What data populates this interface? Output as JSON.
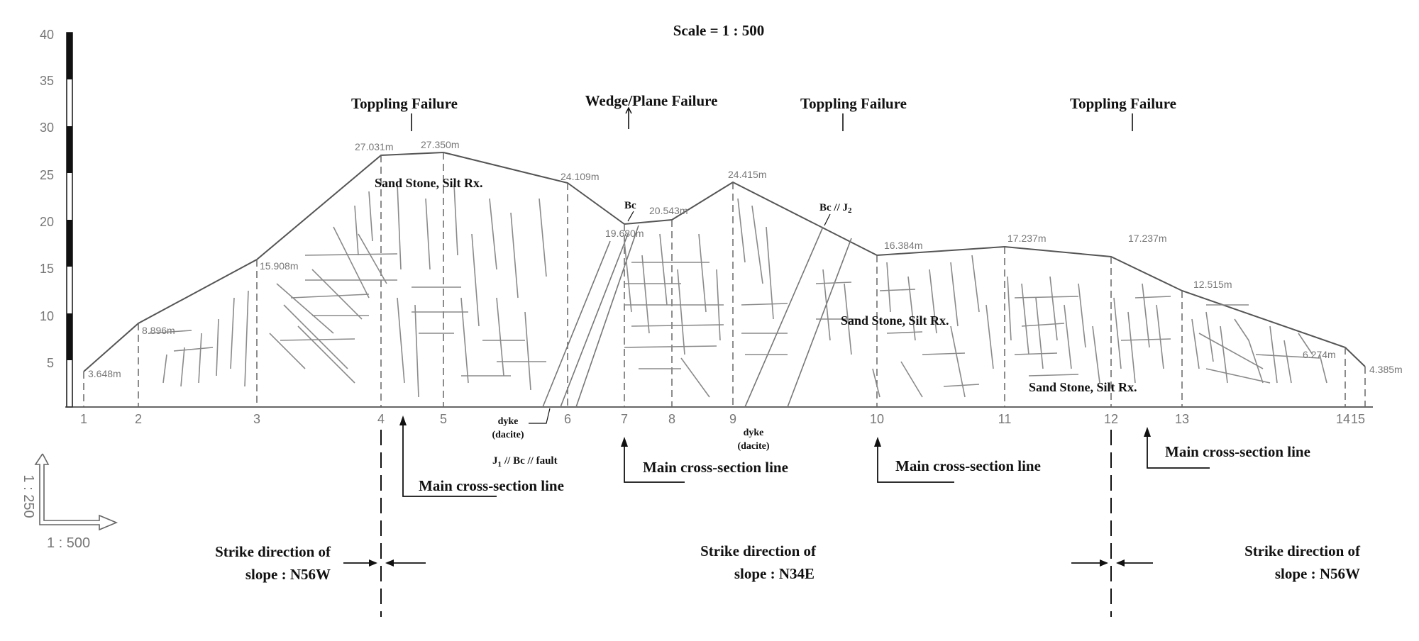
{
  "scale_label": "Scale = 1 : 500",
  "y_axis_ticks": [
    "40",
    "35",
    "30",
    "25",
    "20",
    "15",
    "10",
    "5"
  ],
  "x_axis_ticks": [
    "1",
    "2",
    "3",
    "4",
    "5",
    "6",
    "7",
    "8",
    "9",
    "10",
    "11",
    "12",
    "13",
    "14",
    "15"
  ],
  "failure_labels": [
    "Toppling  Failure",
    "Wedge/Plane  Failure",
    "Toppling  Failure",
    "Toppling  Failure"
  ],
  "elevations": [
    "3.648m",
    "8.896m",
    "15.908m",
    "27.031m",
    "27.350m",
    "24.109m",
    "19.680m",
    "20.543m",
    "24.415m",
    "16.384m",
    "17.237m",
    "17.237m",
    "12.515m",
    "6.274m",
    "4.385m"
  ],
  "rock_labels": [
    "Sand Stone, Silt Rx.",
    "Sand Stone, Silt Rx.",
    "Sand Stone, Silt Rx."
  ],
  "feature_labels": {
    "bc": "Bc",
    "bc_j2": "Bc // J",
    "bc_j2_sub": "2",
    "dyke_1": "dyke",
    "dacite_1": "(dacite)",
    "dyke_2": "dyke",
    "dacite_2": "(dacite)",
    "j1_fault": "J",
    "j1_sub": "1",
    "j1_fault_rest": "// Bc // fault"
  },
  "cross_section_labels": [
    "Main  cross-section line",
    "Main  cross-section line",
    "Main  cross-section line",
    "Main  cross-section line"
  ],
  "strike_labels": [
    {
      "line1": "Strike direction  of",
      "line2": "slope : N56W"
    },
    {
      "line1": "Strike direction  of",
      "line2": "slope : N34E"
    },
    {
      "line1": "Strike direction  of",
      "line2": "slope : N56W"
    }
  ],
  "mini_scale": {
    "vertical": "1 : 250",
    "horizontal": "1 : 500"
  }
}
